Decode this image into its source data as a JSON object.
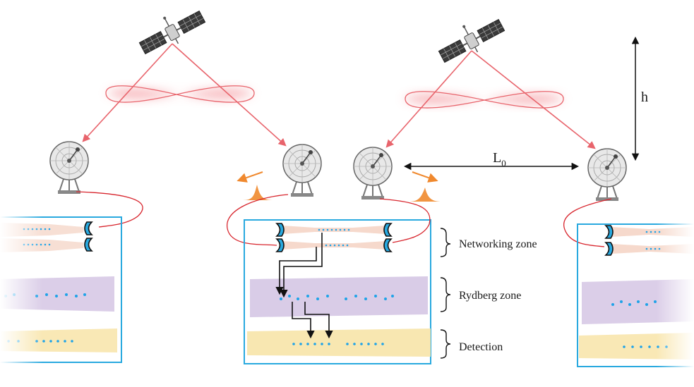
{
  "labels": {
    "networking_zone": "Networking zone",
    "rydberg_zone": "Rydberg zone",
    "detection": "Detection",
    "distance_main": "L",
    "distance_sub": "0",
    "height": "h"
  },
  "colors": {
    "laser": "#e8646c",
    "laser_glow": "#f7b3b8",
    "box_border": "#29a9df",
    "cavity_beam": "#f6d9cc",
    "rydberg_band": "#d7c9e6",
    "detection_band": "#f8e6ad",
    "atom": "#1fa3e8",
    "fiber": "#d8262e",
    "pulse": "#f0892e",
    "arrow": "#111111"
  },
  "icons": {
    "satellite": "satellite-icon",
    "dish": "dish-antenna-icon",
    "cavity_mirror": "cavity-mirror-icon",
    "brace": "curly-brace-icon"
  }
}
